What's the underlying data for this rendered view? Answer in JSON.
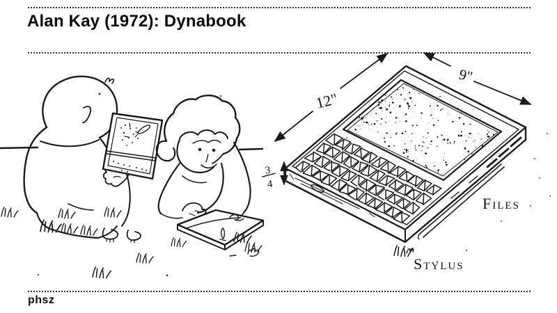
{
  "slide": {
    "title": "Alan Kay (1972): Dynabook",
    "footer_logo": "phsz"
  },
  "sketch": {
    "dimension_width_label": "12\"",
    "dimension_depth_label": "9\"",
    "thickness_numerator": "3",
    "thickness_denominator": "4",
    "files_label": "FILES",
    "stylus_label": "STYLUS"
  },
  "colors": {
    "ink": "#1a1a1a",
    "background": "#ffffff"
  }
}
